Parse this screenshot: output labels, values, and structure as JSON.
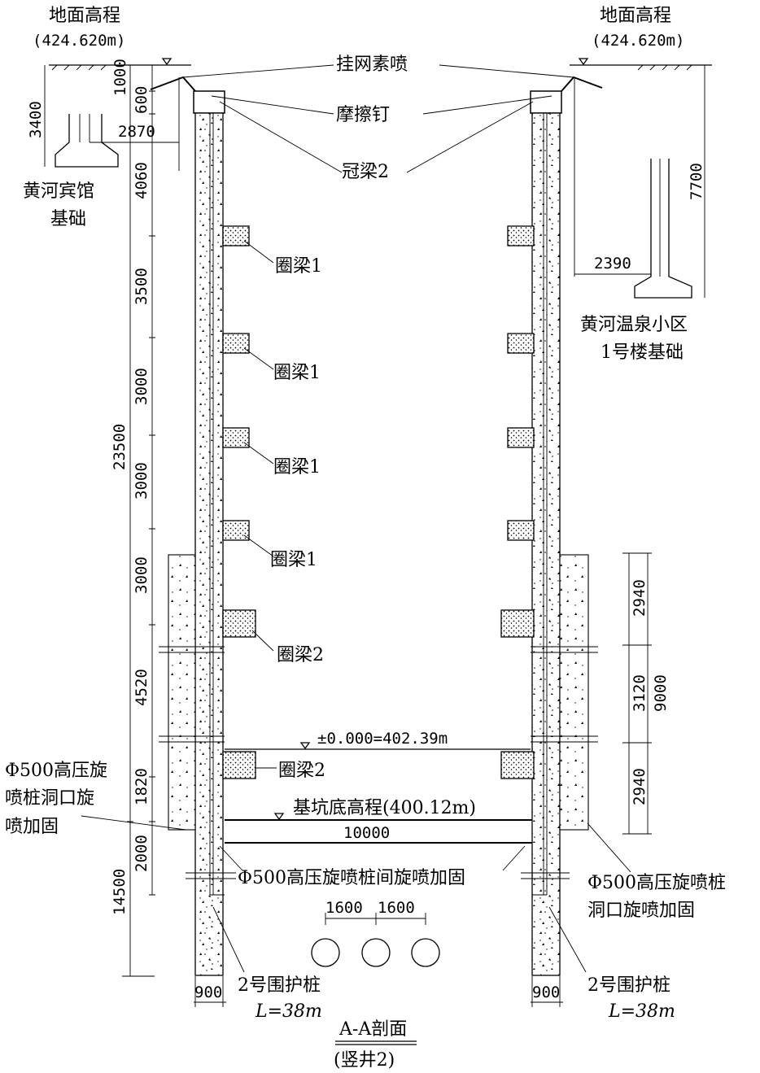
{
  "labels": {
    "ground_left": "地面高程",
    "ground_left_elev": "(424.620m)",
    "ground_right": "地面高程",
    "ground_right_elev": "(424.620m)",
    "mesh_spray": "挂网素喷",
    "friction_nail": "摩擦钉",
    "crown_beam": "冠梁2",
    "hotel_foundation_1": "黄河宾馆",
    "hotel_foundation_2": "基础",
    "residential_1": "黄河温泉小区",
    "residential_2": "1号楼基础",
    "ring_beam_1a": "圈梁1",
    "ring_beam_1b": "圈梁1",
    "ring_beam_1c": "圈梁1",
    "ring_beam_1d": "圈梁1",
    "ring_beam_2a": "圈梁2",
    "ring_beam_2b": "圈梁2",
    "zero_level": "±0.000=402.39m",
    "pit_bottom": "基坑底高程(400.12m)",
    "jet_left_1": "Φ500高压旋",
    "jet_left_2": "喷桩洞口旋",
    "jet_left_3": "喷加固",
    "jet_between": "Φ500高压旋喷桩间旋喷加固",
    "jet_right_1": "Φ500高压旋喷桩",
    "jet_right_2": "洞口旋喷加固",
    "pile_left_1": "2号围护桩",
    "pile_left_2": "L=38m",
    "pile_right_1": "2号围护桩",
    "pile_right_2": "L=38m",
    "section_title": "A-A剖面",
    "section_sub": "(竖井2)"
  },
  "dims": {
    "d1000": "1000",
    "d600": "600",
    "d3400": "3400",
    "d2870": "2870",
    "d4060": "4060",
    "d3500": "3500",
    "d3000a": "3000",
    "d3000b": "3000",
    "d3000c": "3000",
    "d23500": "23500",
    "d4520": "4520",
    "d1820": "1820",
    "d2000": "2000",
    "d14500": "14500",
    "d7700": "7700",
    "d2390": "2390",
    "d2940a": "2940",
    "d3120": "3120",
    "d9000": "9000",
    "d2940b": "2940",
    "d10000": "10000",
    "d1600a": "1600",
    "d1600b": "1600",
    "d900l": "900",
    "d900r": "900"
  }
}
